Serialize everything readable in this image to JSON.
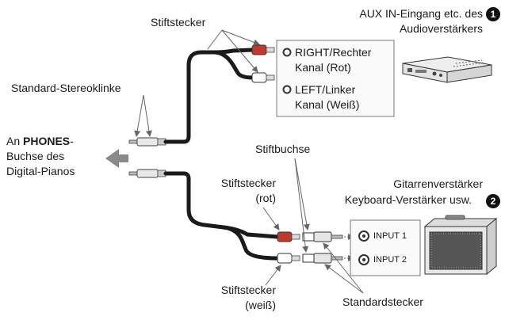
{
  "labels": {
    "pin_plug_top": "Stiftstecker",
    "standard_stereo_jack": "Standard-Stereoklinke",
    "phones_prefix": "An ",
    "phones_bold": "PHONES",
    "phones_suffix": "-",
    "phones_line2": "Buchse des",
    "phones_line3": "Digital-Pianos",
    "aux_line1": "AUX IN-Eingang etc. des",
    "aux_line2": "Audioverstärkers",
    "aux_num": "1",
    "right_line1": "RIGHT/Rechter",
    "right_line2": "Kanal (Rot)",
    "left_line1": "LEFT/Linker",
    "left_line2": "Kanal (Weiß)",
    "pin_jack": "Stiftbuchse",
    "pin_plug_red_1": "Stiftstecker",
    "pin_plug_red_2": "(rot)",
    "guitar_line1": "Gitarrenverstärker",
    "guitar_line2": "Keyboard-Verstärker usw.",
    "guitar_num": "2",
    "input1": "INPUT 1",
    "input2": "INPUT 2",
    "pin_plug_white_1": "Stiftstecker",
    "pin_plug_white_2": "(weiß)",
    "standard_plug": "Standardstecker"
  },
  "colors": {
    "cable": "#1a1a1a",
    "arrow": "#8a8a8a",
    "red_plug": "#c0392b",
    "panel_border": "#777777"
  }
}
